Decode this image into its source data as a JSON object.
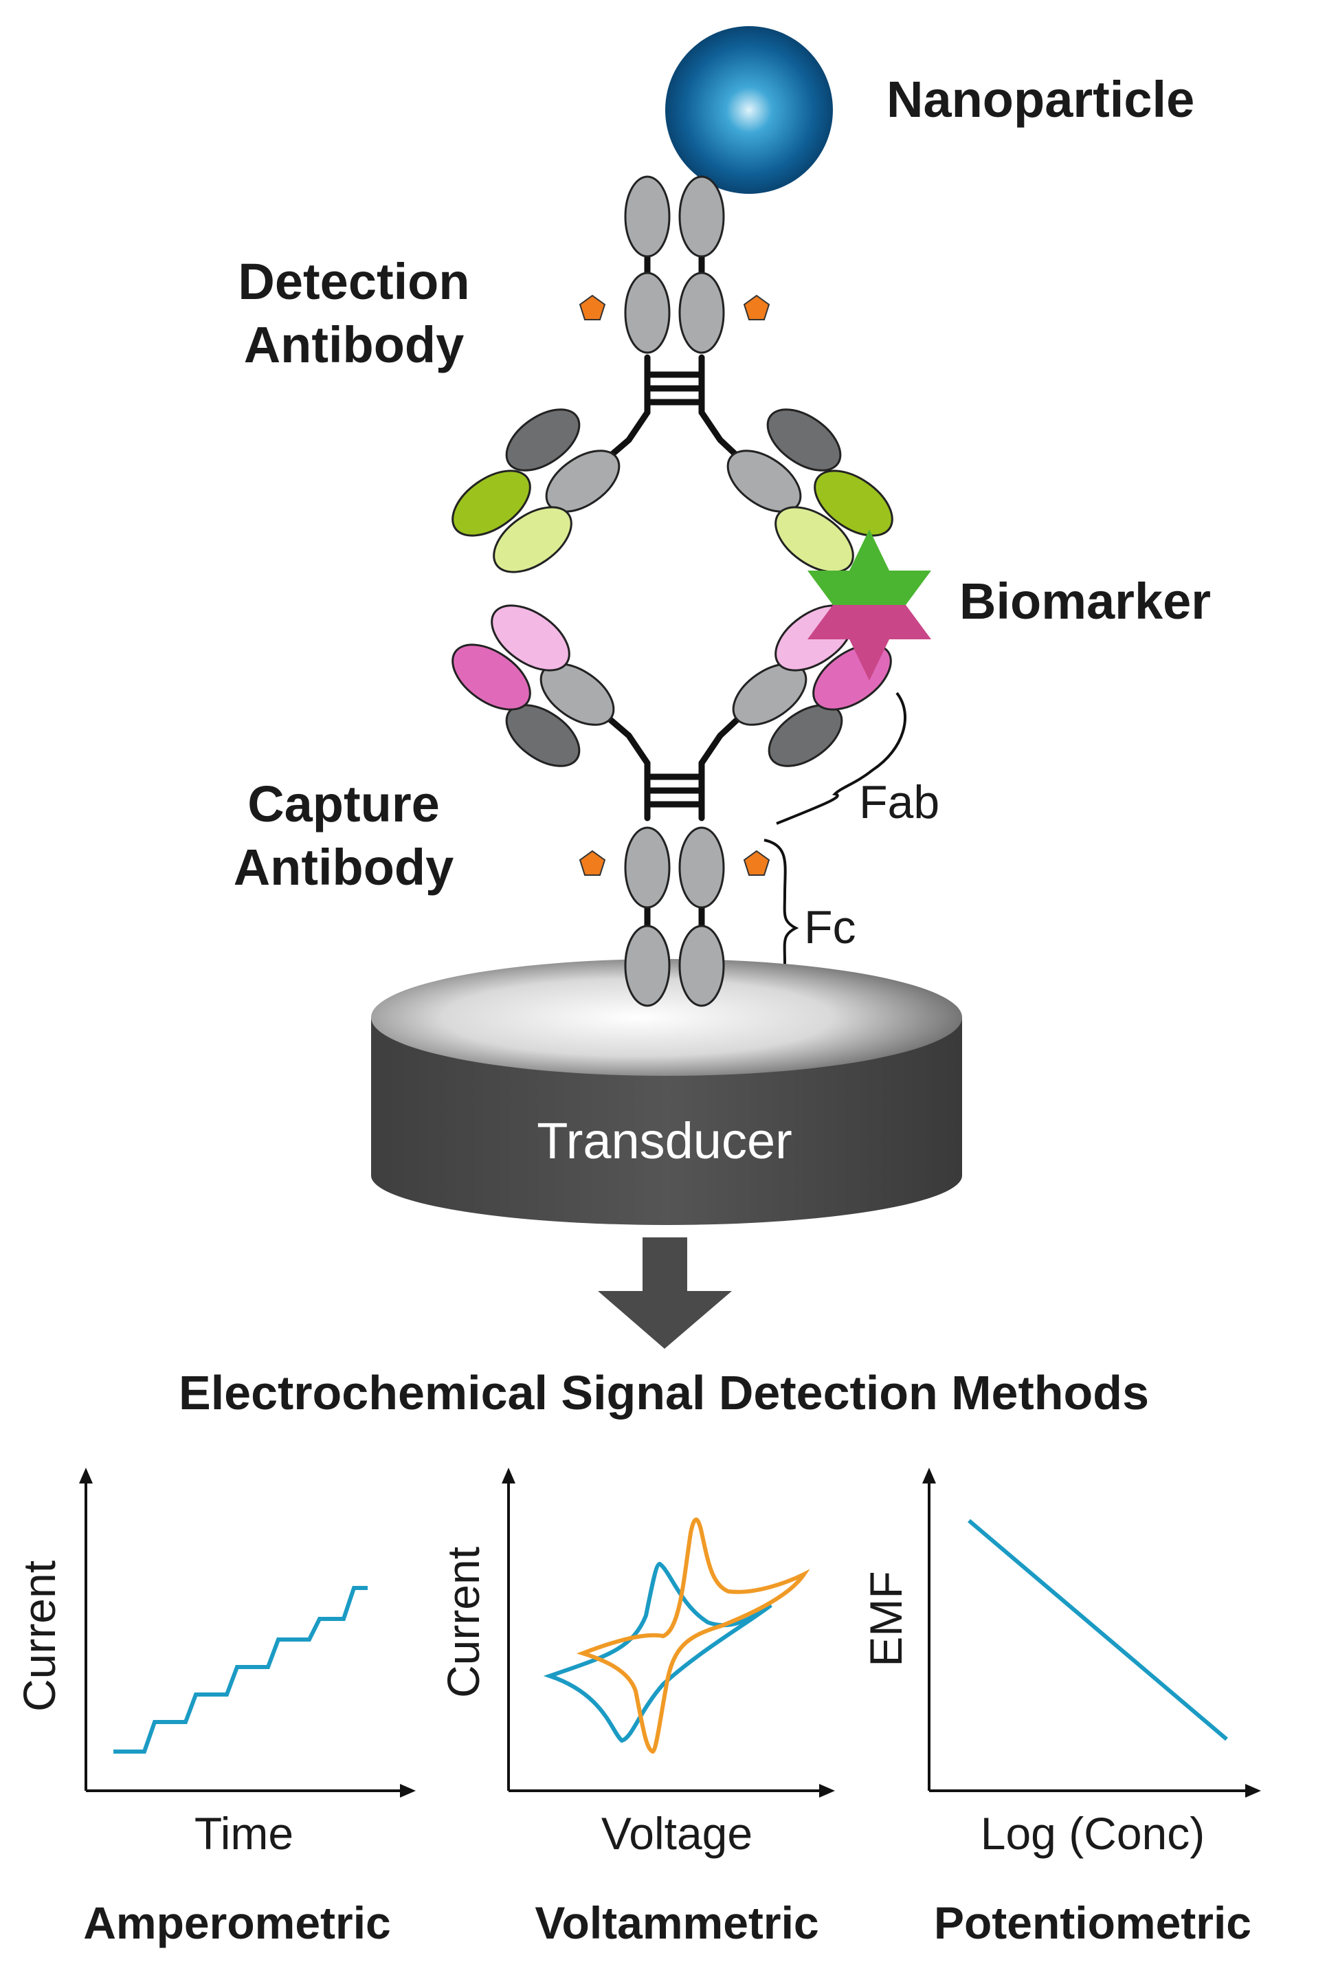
{
  "labels": {
    "nanoparticle": "Nanoparticle",
    "detection_line1": "Detection",
    "detection_line2": "Antibody",
    "biomarker": "Biomarker",
    "capture_line1": "Capture",
    "capture_line2": "Antibody",
    "fab": "Fab",
    "fc": "Fc",
    "transducer": "Transducer",
    "section_title": "Electrochemical Signal Detection Methods"
  },
  "colors": {
    "nanoparticle": "#0f5f96",
    "domain_gray": "#a9abad",
    "domain_dark": "#6d6e70",
    "green_dark": "#9cc21e",
    "green_light": "#dcec93",
    "pink_dark": "#e06ab9",
    "pink_light": "#f3b8e4",
    "star_green": "#4bb531",
    "star_pink": "#c94688",
    "glycan_orange": "#f07c1c",
    "transducer": "#4c4c4c",
    "arrow": "#4a4a4a",
    "blue_trace": "#1b9bc4",
    "orange_trace": "#f09a26"
  },
  "methods": [
    {
      "name": "Amperometric",
      "xlabel": "Time",
      "ylabel": "Current"
    },
    {
      "name": "Voltammetric",
      "xlabel": "Voltage",
      "ylabel": "Current"
    },
    {
      "name": "Potentiometric",
      "xlabel": "Log (Conc)",
      "ylabel": "EMF"
    }
  ]
}
